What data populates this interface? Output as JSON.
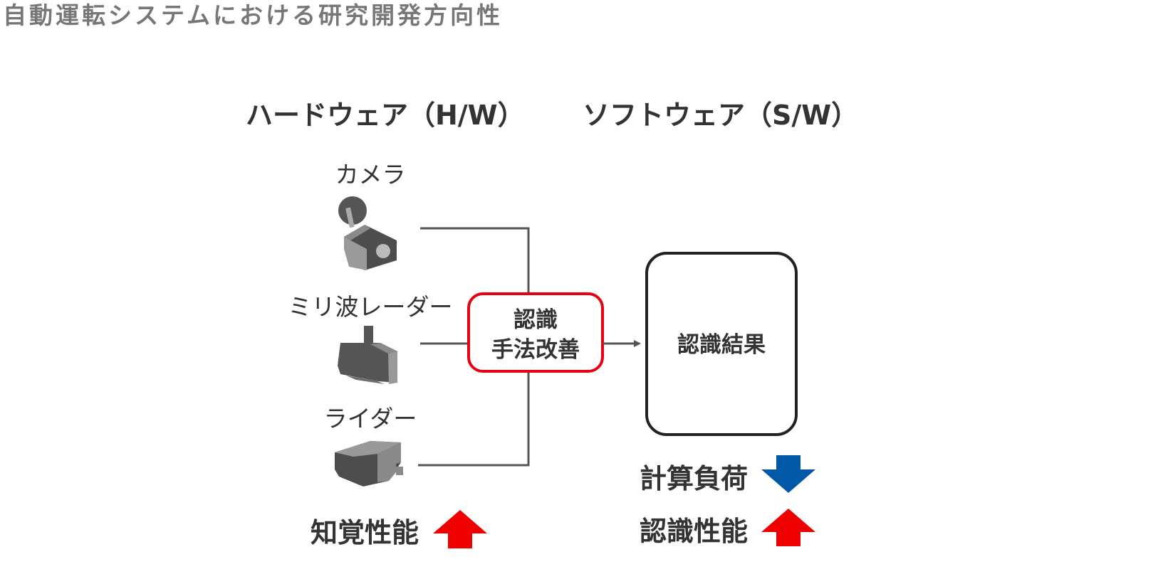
{
  "page": {
    "title": "自動運転システムにおける研究開発方向性"
  },
  "diagram": {
    "hardware_heading": "ハードウェア（H/W）",
    "software_heading": "ソフトウェア（S/W）",
    "sensors": [
      {
        "label": "カメラ",
        "icon": "camera-icon"
      },
      {
        "label": "ミリ波レーダー",
        "icon": "radar-icon"
      },
      {
        "label": "ライダー",
        "icon": "lidar-icon"
      }
    ],
    "method_box": {
      "line1": "認識",
      "line2": "手法改善",
      "border_color": "#e60012"
    },
    "result_box": {
      "label": "認識結果"
    },
    "hardware_metric": {
      "label": "知覚性能",
      "direction": "up",
      "color": "#ee0000"
    },
    "software_metrics": [
      {
        "label": "計算負荷",
        "direction": "down",
        "color": "#0058a6"
      },
      {
        "label": "認識性能",
        "direction": "up",
        "color": "#ee0000"
      }
    ]
  }
}
